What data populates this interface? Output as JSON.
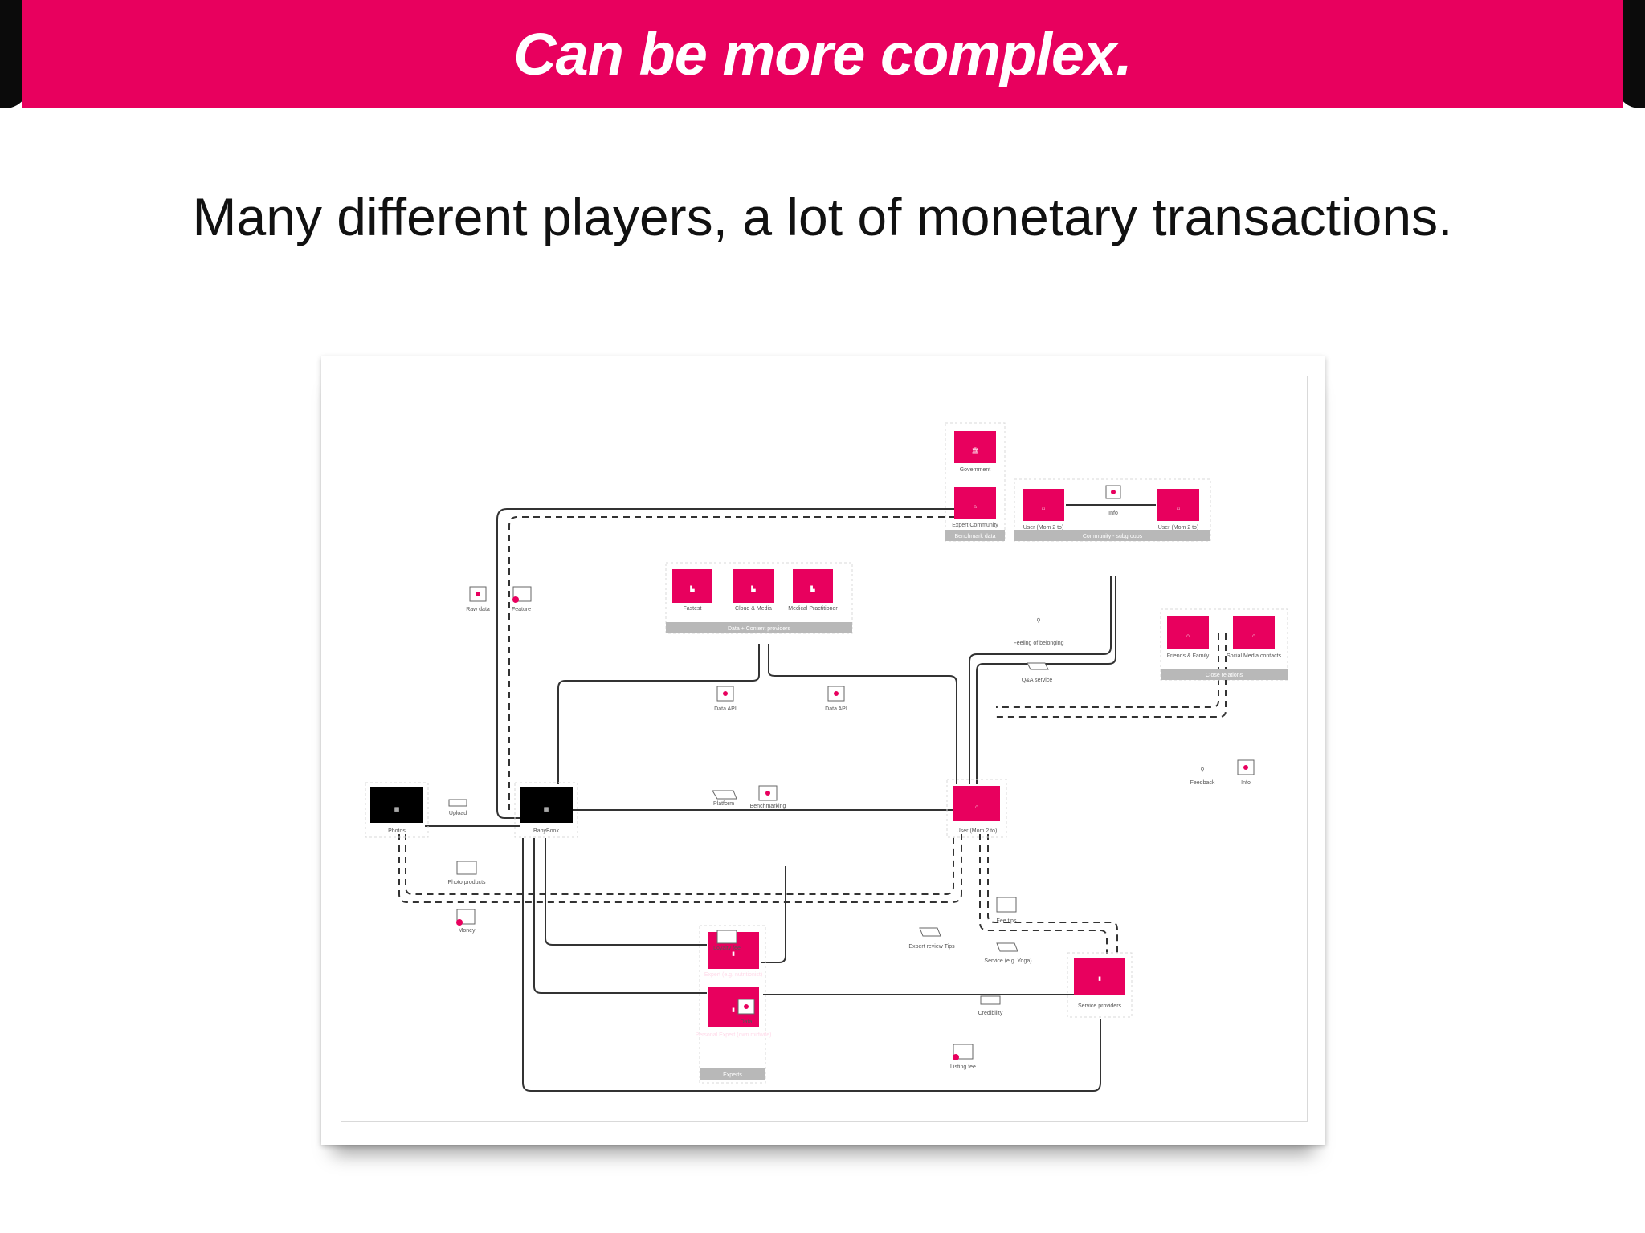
{
  "header": {
    "title": "Can be more complex."
  },
  "subtitle": "Many different players, a lot of monetary transactions.",
  "colors": {
    "accent": "#e8005e",
    "dark": "#000000",
    "group_bar": "#b8b8b8"
  },
  "diagram": {
    "nodes": {
      "government": "Government",
      "expert_community": "Expert Community",
      "user_mom_a": "User (Mom 2 to)",
      "user_mom_b": "User (Mom 2 to)",
      "fastest": "Fastest",
      "cloud_media": "Cloud & Media",
      "medical": "Medical Practitioner",
      "friends_family": "Friends & Family",
      "social_media": "Social Media contacts",
      "photos": "Photos",
      "babybook": "BabyBook",
      "user_main": "User (Mom 2 to)",
      "expert_top": "Expert (e.g. nutritionist)",
      "expert_bottom": "Personal Expert (own midwife)",
      "service_provider": "Service providers"
    },
    "groups": {
      "benchmark": "Benchmark data",
      "community": "Community - subgroups",
      "data_content": "Data + Content providers",
      "close_relations": "Close relations",
      "experts": "Experts"
    },
    "edge_labels": {
      "raw_data": "Raw data",
      "feature": "Feature",
      "info": "Info",
      "belonging": "Feeling of belonging",
      "qa_answers": "Q&A service",
      "data_api_1": "Data API",
      "data_api_2": "Data API",
      "platform": "Platform",
      "benchmarking": "Benchmarking",
      "feedback": "Feedback",
      "info2": "Info",
      "upload": "Upload",
      "photo_products": "Photo products",
      "money": "Money",
      "loyalty_fee": "Loyalty fee",
      "expert_review": "Expert review Tips",
      "fee_tips": "Fee tips",
      "service": "Service (e.g. Yoga)",
      "credibility": "Credibility",
      "data": "Data",
      "listing_fee": "Listing fee"
    }
  }
}
